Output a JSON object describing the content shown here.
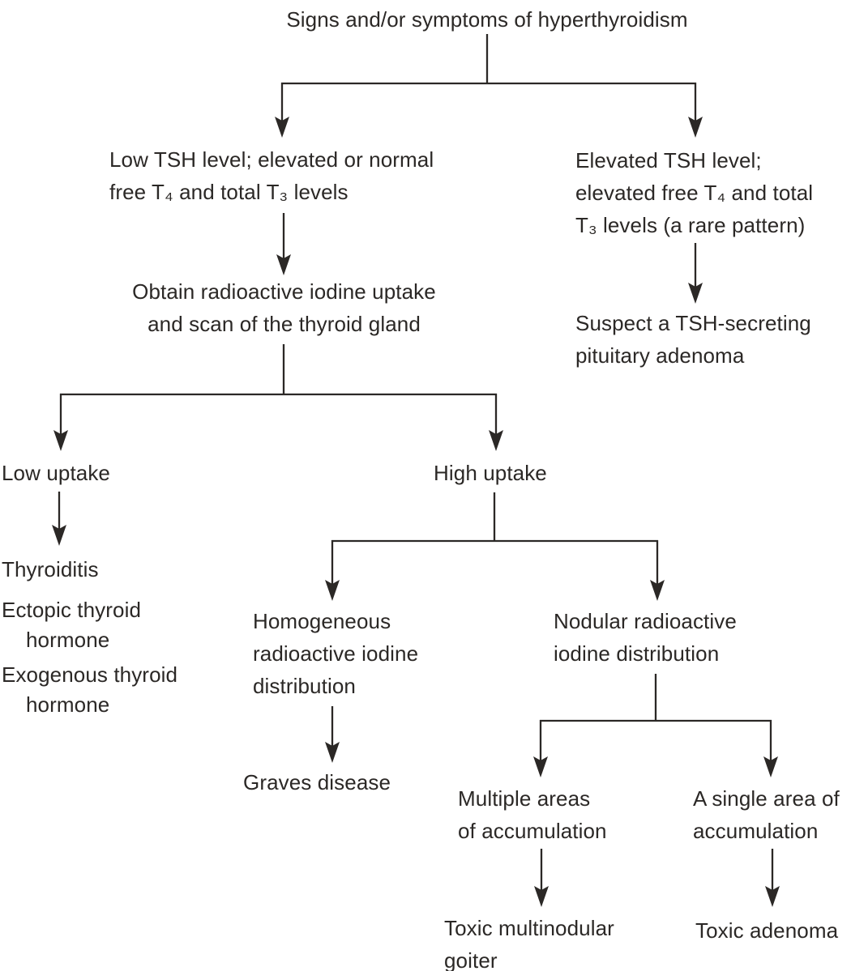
{
  "diagram": {
    "title": "Signs and/or symptoms of hyperthyroidism",
    "colors": {
      "text": "#2b2826",
      "line": "#2b2826",
      "background": "#ffffff"
    },
    "nodes": {
      "low_tsh": {
        "lines": [
          "Low TSH level; elevated or normal",
          "free T₄ and total T₃ levels"
        ]
      },
      "elevated_tsh": {
        "lines": [
          "Elevated TSH level;",
          "elevated free T₄ and total",
          "T₃ levels (a rare pattern)"
        ]
      },
      "obtain_uptake": {
        "lines": [
          "Obtain radioactive iodine uptake",
          "and scan of the thyroid gland"
        ]
      },
      "suspect_adenoma": {
        "lines": [
          "Suspect a TSH-secreting",
          "pituitary adenoma"
        ]
      },
      "low_uptake": {
        "label": "Low uptake"
      },
      "high_uptake": {
        "label": "High uptake"
      },
      "low_uptake_outcomes": {
        "lines": [
          "Thyroiditis",
          "Ectopic thyroid",
          "hormone",
          "Exogenous thyroid",
          "hormone"
        ]
      },
      "homogeneous": {
        "lines": [
          "Homogeneous",
          "radioactive iodine",
          "distribution"
        ]
      },
      "nodular": {
        "lines": [
          "Nodular radioactive",
          "iodine distribution"
        ]
      },
      "graves": {
        "label": "Graves disease"
      },
      "multiple_areas": {
        "lines": [
          "Multiple areas",
          "of accumulation"
        ]
      },
      "single_area": {
        "lines": [
          "A single area of",
          "accumulation"
        ]
      },
      "toxic_multinodular": {
        "lines": [
          "Toxic multinodular",
          "goiter"
        ]
      },
      "toxic_adenoma": {
        "label": "Toxic adenoma"
      }
    }
  }
}
